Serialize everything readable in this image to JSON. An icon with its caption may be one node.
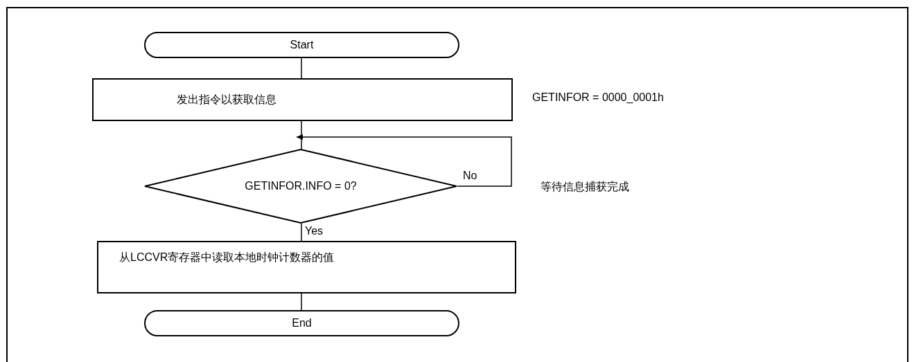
{
  "diagram": {
    "nodes": [
      {
        "text": [
          "Start"
        ]
      },
      {
        "text": [
          "发出指令以获取信息"
        ],
        "beside": [
          "GETINFOR = 0000_0001h"
        ]
      },
      {
        "text": [
          "GETINFOR.INFO = 0?"
        ]
      },
      {
        "text": [
          "从LCCVR寄存器中读取本地时钟计数器的值"
        ]
      },
      {
        "text": [
          "End"
        ]
      }
    ],
    "edges": [
      {
        "from": 0,
        "to": 1,
        "arrow": "none"
      },
      {
        "from": 1,
        "to": 2,
        "arrow": "none"
      },
      {
        "from": 2,
        "to": 2,
        "arrow": "to",
        "label": "No"
      },
      {
        "from": 2,
        "to": 3,
        "arrow": "none",
        "label": "Yes"
      },
      {
        "from": 3,
        "to": 4,
        "arrow": "none"
      }
    ],
    "labels": [
      "等待信息捕获完成"
    ]
  }
}
